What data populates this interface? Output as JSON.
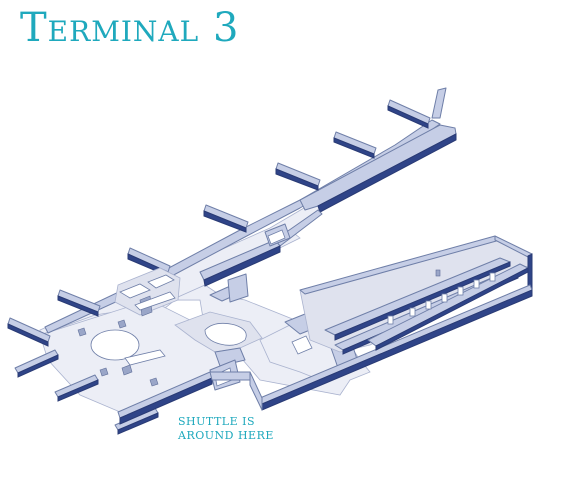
{
  "map": {
    "title": "Terminal 3",
    "annotation": {
      "line1": "SHUTTLE IS",
      "line2": "AROUND HERE"
    },
    "accent_color": "#1fa9bd",
    "wall_color": "#c6cee6",
    "wall_dark_color": "#2f4488"
  }
}
